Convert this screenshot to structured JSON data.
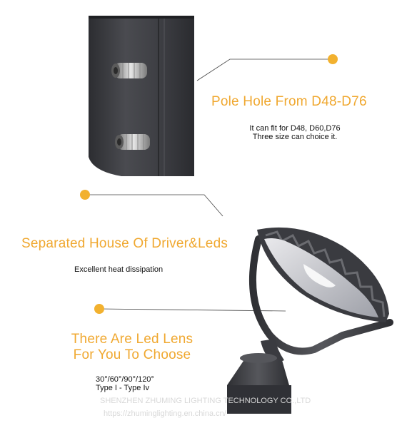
{
  "feature_pole": {
    "title": "Pole Hole From D48-D76",
    "line1": "It can fit for D48, D60,D76",
    "line2": "Three size can choice it."
  },
  "feature_housing": {
    "title": "Separated House Of Driver&Leds",
    "description": "Excellent heat dissipation"
  },
  "feature_lens": {
    "title_line1": "There Are Led Lens",
    "title_line2": "For You To Choose",
    "angles": "30°/60°/90°/120°",
    "types": "Type I - Type Iv"
  },
  "watermark": {
    "company": "SHENZHEN ZHUMING LIGHTING TECHNOLOGY CO.,LTD",
    "url": "https://zhuminglighting.en.china.cn/"
  },
  "colors": {
    "accent": "#f2b12f",
    "heading": "#f0a830"
  }
}
